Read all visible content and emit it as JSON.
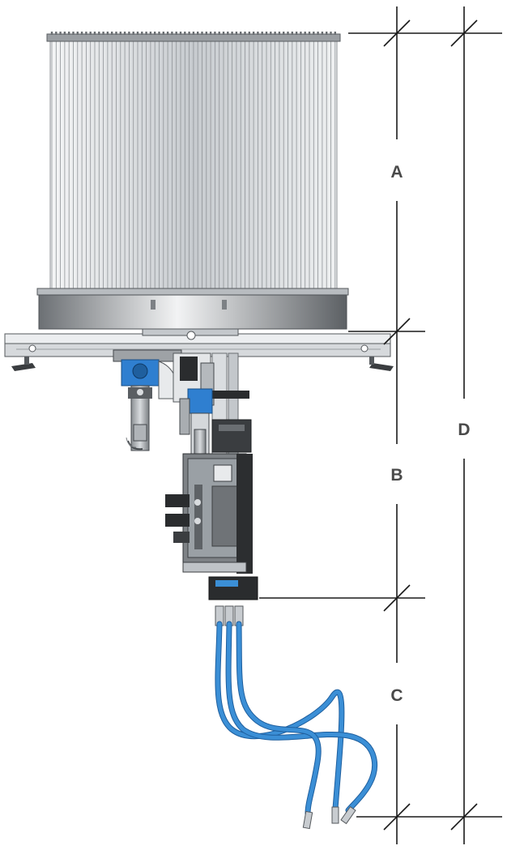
{
  "dimensions": {
    "a": {
      "label": "A"
    },
    "b": {
      "label": "B"
    },
    "c": {
      "label": "C"
    },
    "d": {
      "label": "D"
    }
  },
  "colors": {
    "dimension_line": "#1a1a1a",
    "label": "#4a4a4a",
    "hose": "#3b8fd6",
    "hose_dark": "#1f5f9e",
    "metal_light": "#e6e8ea",
    "metal_mid": "#b9bdc1",
    "metal_dark": "#5a5e62",
    "gearbox_blue": "#2f7fd0"
  }
}
